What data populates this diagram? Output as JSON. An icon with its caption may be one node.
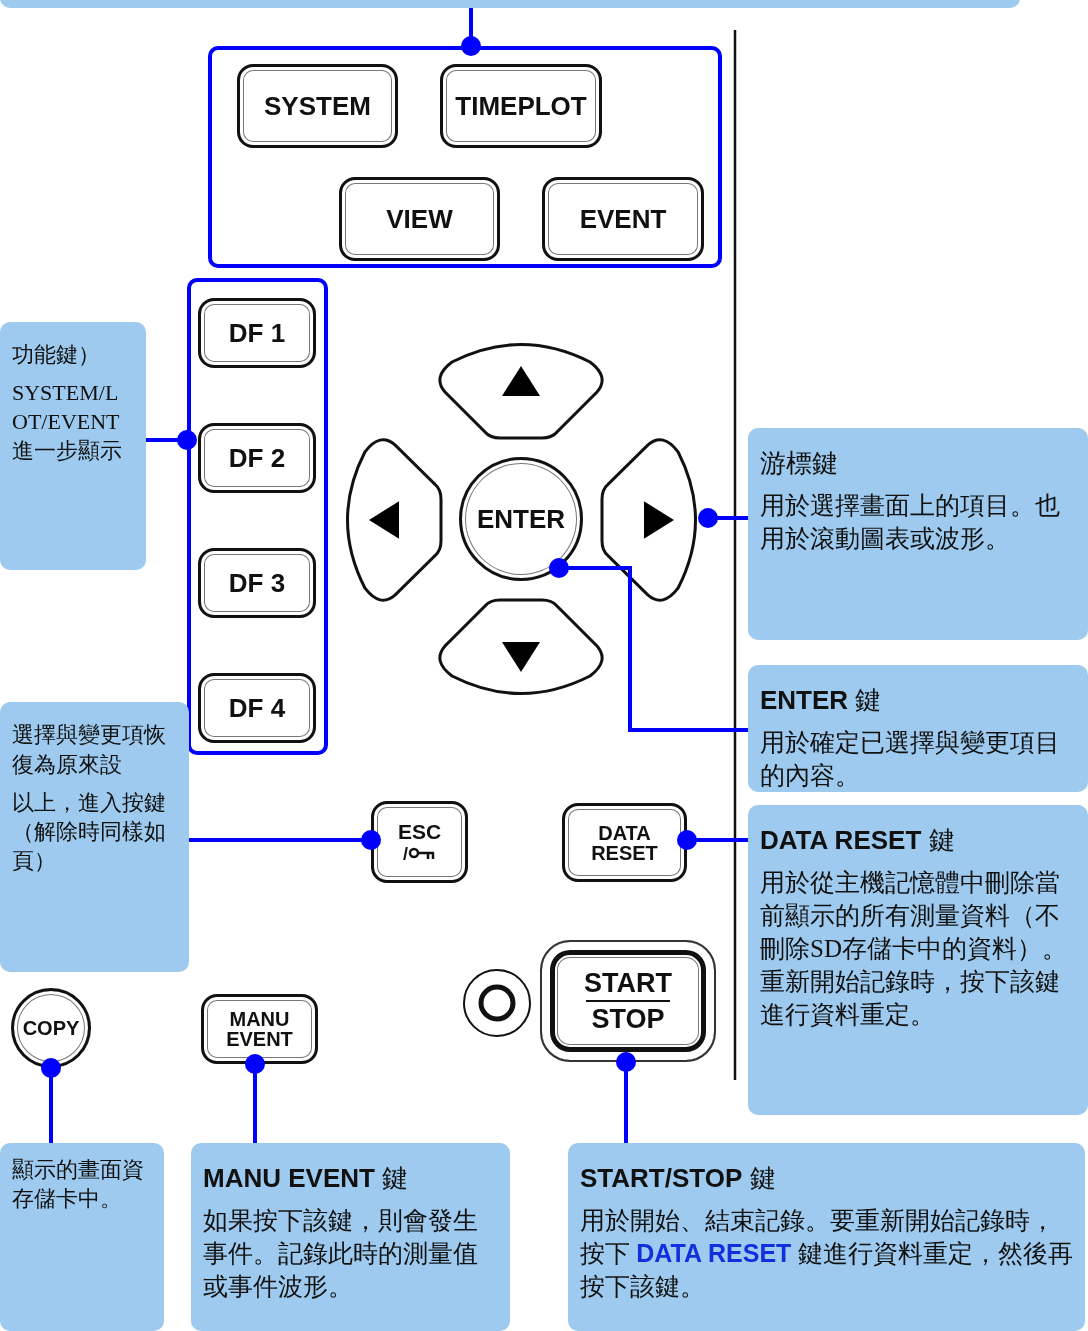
{
  "diagram": {
    "nodes": [
      {
        "text": [],
        "shape": "box"
      },
      {
        "text": [],
        "shape": "box"
      },
      {
        "text": [
          "SYSTEM"
        ],
        "in": 1
      },
      {
        "text": [
          "TIMEPLOT"
        ],
        "in": 1
      },
      {
        "text": [
          "VIEW"
        ],
        "in": 1
      },
      {
        "text": [
          "EVENT"
        ],
        "in": 1
      },
      {
        "text": [],
        "shape": "box"
      },
      {
        "text": [
          "DF 1"
        ],
        "in": 6
      },
      {
        "text": [
          "DF 2"
        ],
        "in": 6
      },
      {
        "text": [
          "DF 3"
        ],
        "in": 6
      },
      {
        "text": [
          "DF 4"
        ],
        "in": 6
      },
      {
        "text": [
          "功能鍵）",
          "SYSTEM/LOT/EVENT進一步顯示"
        ]
      },
      {
        "text": [],
        "shape": "box"
      },
      {
        "text": [],
        "shape": "box"
      },
      {
        "text": [
          "ENTER"
        ]
      },
      {
        "text": [],
        "shape": "box"
      },
      {
        "text": [],
        "shape": "box"
      },
      {
        "text": [
          "游標鍵",
          "用於選擇畫面上的項目。也用於滾動圖表或波形。"
        ]
      },
      {
        "text": [
          "**ENTER** 鍵",
          "用於確定已選擇與變更項目的內容。"
        ]
      },
      {
        "text": [
          "選擇與變更項恢復為原來設",
          "以上，進入按鍵（解除時同樣如頁）"
        ]
      },
      {
        "text": [
          "ESC",
          "/"
        ]
      },
      {
        "text": [
          "DATA RESET"
        ]
      },
      {
        "text": [
          "**DATA RESET** 鍵",
          "用於從主機記憶體中刪除當前顯示的所有測量資料（不刪除SD存儲卡中的資料）。重新開始記錄時，按下該鍵進行資料重定。"
        ]
      },
      {
        "text": [],
        "shape": "circle"
      },
      {
        "text": [
          "START",
          "STOP"
        ]
      },
      {
        "text": [
          "COPY"
        ]
      },
      {
        "text": [
          "MANU EVENT"
        ]
      },
      {
        "text": [
          "顯示的畫面資存儲卡中。"
        ]
      },
      {
        "text": [
          "**MANU EVENT** 鍵",
          "如果按下該鍵，則會發生事件。記錄此時的測量值或事件波形。"
        ]
      },
      {
        "text": [
          "**START/STOP** 鍵",
          "用於開始、結束記錄。要重新開始記錄時，按下 **DATA RESET** 鍵進行資料重定，然後再按下該鍵。"
        ]
      }
    ],
    "edges": [
      {
        "from": 0,
        "to": 1,
        "arrow": "other"
      },
      {
        "from": 11,
        "to": 6,
        "arrow": "other"
      },
      {
        "from": 17,
        "to": 15,
        "arrow": "other"
      },
      {
        "from": 18,
        "to": 14,
        "arrow": "other"
      },
      {
        "from": 19,
        "to": 20,
        "arrow": "other"
      },
      {
        "from": 22,
        "to": 21,
        "arrow": "other"
      },
      {
        "from": 27,
        "to": 25,
        "arrow": "other"
      },
      {
        "from": 28,
        "to": 26,
        "arrow": "other"
      },
      {
        "from": 29,
        "to": 24,
        "arrow": "other"
      }
    ]
  }
}
